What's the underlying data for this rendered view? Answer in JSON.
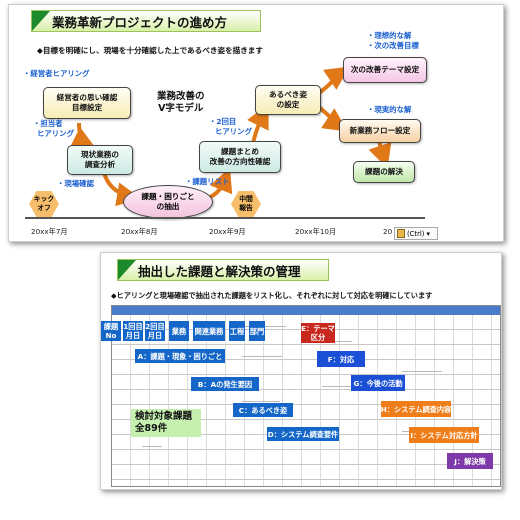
{
  "slide1": {
    "title": "業務革新プロジェクトの進め方",
    "intro": "◆目標を明確にし、現場を十分確認した上であるべき姿を描きます",
    "v_model": [
      "業務改善の",
      "V字モデル"
    ],
    "labels": {
      "exec_hearing": "・経営者ヒアリング",
      "staff_hearing_1": "・担当者",
      "staff_hearing_2": "ヒアリング",
      "site_check": "・現場確認",
      "second_hearing_1": "・2回目",
      "second_hearing_2": "ヒアリング",
      "issue_list": "・課題リスト",
      "ideal_goal_1": "・理想的な解",
      "ideal_goal_2": "・次の改善目標",
      "realistic": "・現実的な解"
    },
    "boxes": {
      "b1_l1": "経営者の思い確認",
      "b1_l2": "目標設定",
      "b2_l1": "現状業務の",
      "b2_l2": "調査分析",
      "b3_l1": "課題・困りごと",
      "b3_l2": "の抽出",
      "b4_l1": "課題まとめ",
      "b4_l2": "改善の方向性確認",
      "b5_l1": "あるべき姿",
      "b5_l2": "の設定",
      "b6": "次の改善テーマ設定",
      "b7": "新業務フロー設定",
      "b8": "課題の解決"
    },
    "milestones": {
      "kickoff_1": "キック",
      "kickoff_2": "オフ",
      "interim_1": "中間",
      "interim_2": "報告"
    },
    "timeline": [
      "20xx年7月",
      "20xx年8月",
      "20xx年9月",
      "20xx年10月",
      "20"
    ],
    "paste_button": "(Ctrl) ▾",
    "colors": {
      "accent_green": "#1a8a2a",
      "label_blue": "#1a5fd0",
      "arrow_orange": "#e07818"
    }
  },
  "slide2": {
    "title": "抽出した課題と解決策の管理",
    "intro": "◆ヒアリングと現場確認で抽出された課題をリスト化し、それぞれに対して対応を明確にしています",
    "header_tags": {
      "issue_no_1": "課題",
      "issue_no_2": "No",
      "first_date_1": "1回目",
      "first_date_2": "月日",
      "second_date_1": "2回目",
      "second_date_2": "月日",
      "business": "業務",
      "related": "関連業務",
      "process": "工程",
      "dept": "部門"
    },
    "column_tags": {
      "a": "A：課題・現象・困りごと",
      "b": "B：Aの発生要因",
      "c": "C：あるべき姿",
      "d": "D：システム調査要件",
      "e_1": "E：テーマ",
      "e_2": "区分",
      "f": "F：対応",
      "g": "G：今後の活動",
      "h": "H：システム調査内容",
      "i": "I：システム対応方針",
      "j": "J：解決策"
    },
    "total_1": "検討対象課題",
    "total_2": "全89件"
  }
}
